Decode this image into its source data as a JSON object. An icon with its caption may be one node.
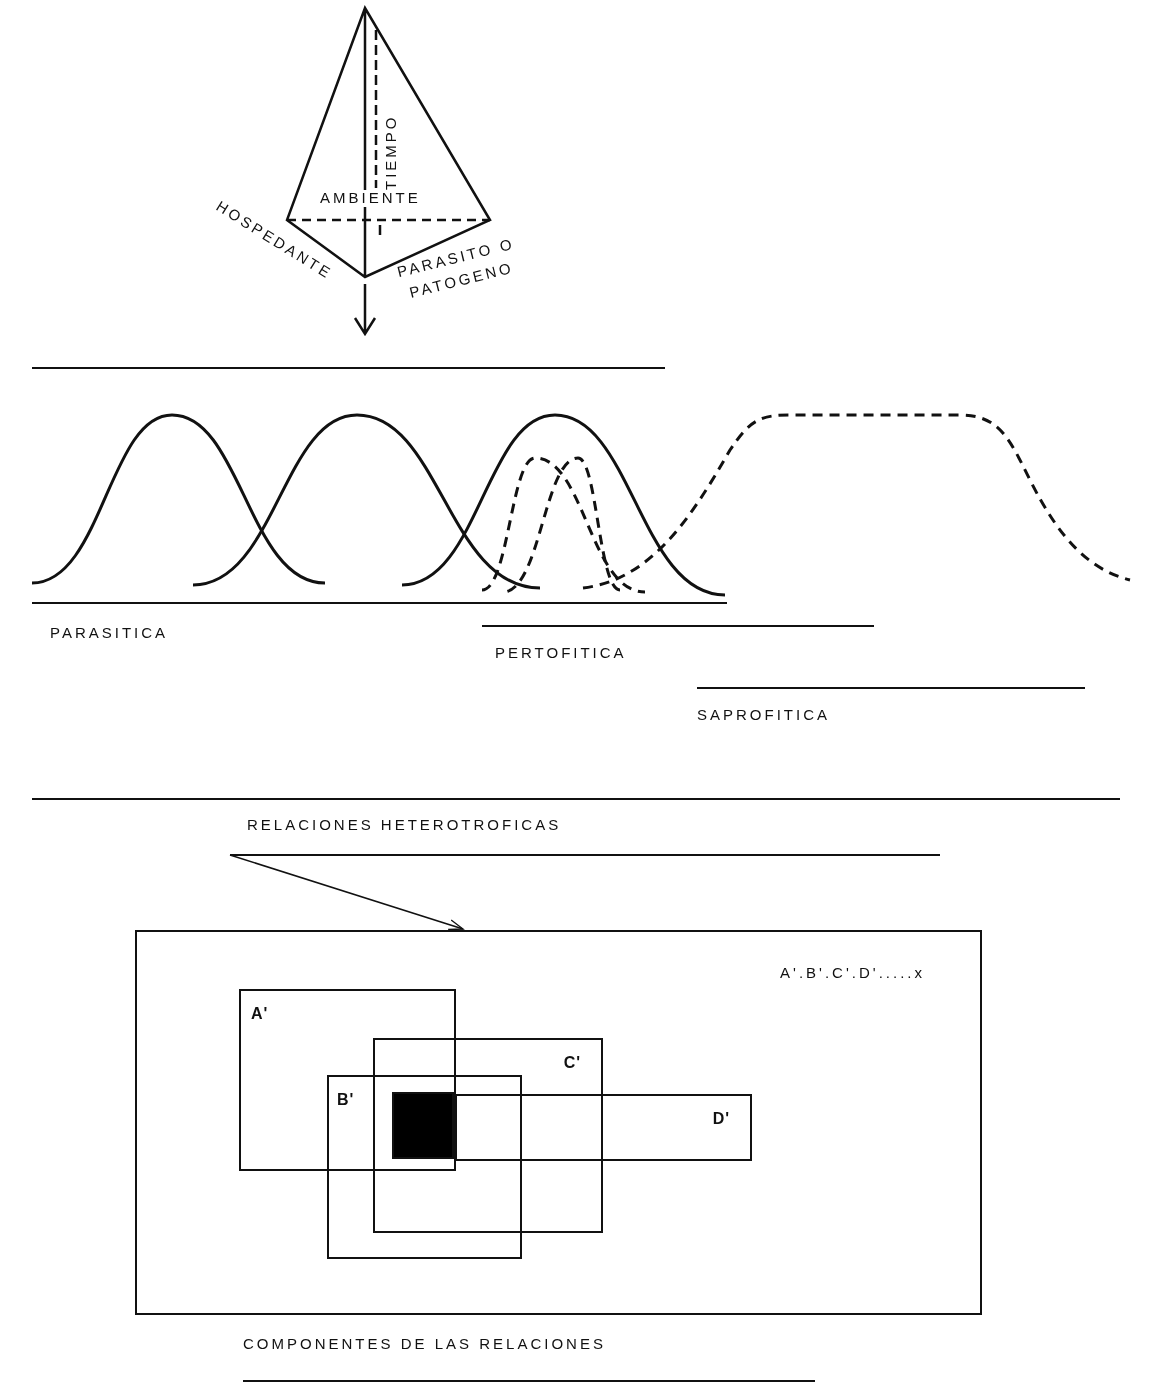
{
  "diagram": {
    "nodes": [
      {
        "text": [
          "RELACIONES HETEROTROFICAS"
        ]
      },
      {
        "text": [
          "A'.B'.C'.D'.....x"
        ]
      },
      {
        "text": [
          "A'"
        ],
        "in": 1
      },
      {
        "text": [
          "C'"
        ],
        "in": 1
      },
      {
        "text": [
          "B'"
        ],
        "in": 1
      },
      {
        "text": [
          "D'"
        ],
        "in": 1
      },
      {
        "text": [],
        "shape": "box"
      }
    ],
    "edges": [
      {
        "from": 0,
        "to": 1,
        "arrow": "to"
      }
    ],
    "labels": [
      "TIEMPO",
      "AMBIENTE",
      "HOSPEDANTE",
      "PARASITO O PATOGENO",
      "PARASITICA",
      "PERTOFITICA",
      "SAPROFITICA",
      "COMPONENTES DE LAS RELACIONES"
    ]
  }
}
